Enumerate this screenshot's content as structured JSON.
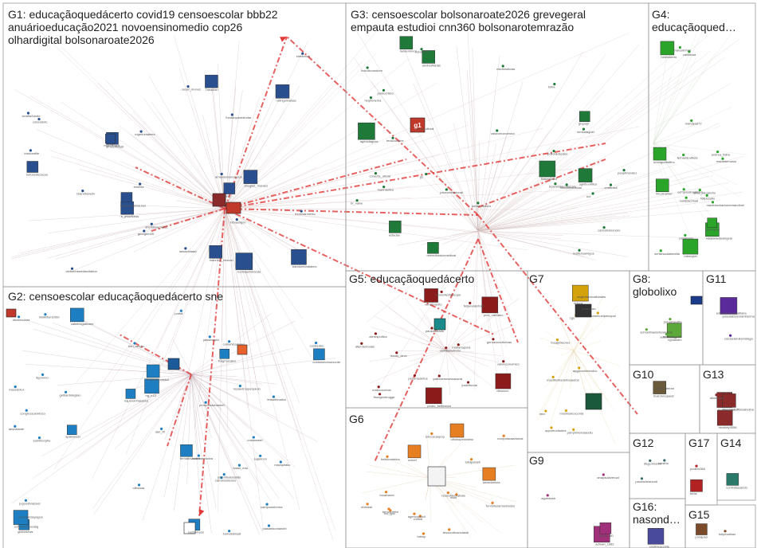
{
  "groups": [
    {
      "id": "G1",
      "title_lines": [
        "G1: educaçãoquedácerto covid19 censoescolar bbb22",
        "anuárioeducação2021 novoensinomedio cop26",
        "olhardigital bolsonaroate2026"
      ]
    },
    {
      "id": "G2",
      "title_lines": [
        "G2: censoescolar educaçãoquedácerto sne"
      ]
    },
    {
      "id": "G3",
      "title_lines": [
        "G3: censoescolar bolsonaroate2026 grevegeral",
        "empauta estudioi cnn360 bolsonarotemrazão"
      ]
    },
    {
      "id": "G4",
      "title_lines": [
        "G4:",
        "educaçãoqued…"
      ]
    },
    {
      "id": "G5",
      "title_lines": [
        "G5: educaçãoquedácerto"
      ]
    },
    {
      "id": "G6",
      "title_lines": [
        "G6"
      ]
    },
    {
      "id": "G7",
      "title_lines": [
        "G7"
      ]
    },
    {
      "id": "G8",
      "title_lines": [
        "G8:",
        "globolixo"
      ]
    },
    {
      "id": "G9",
      "title_lines": [
        "G9"
      ]
    },
    {
      "id": "G10",
      "title_lines": [
        "G10"
      ]
    },
    {
      "id": "G11",
      "title_lines": [
        "G11"
      ]
    },
    {
      "id": "G12",
      "title_lines": [
        "G12"
      ]
    },
    {
      "id": "G13",
      "title_lines": [
        "G13"
      ]
    },
    {
      "id": "G14",
      "title_lines": [
        "G14"
      ]
    },
    {
      "id": "G15",
      "title_lines": [
        "G15"
      ]
    },
    {
      "id": "G16",
      "title_lines": [
        "G16:",
        "nasond…"
      ]
    },
    {
      "id": "G17",
      "title_lines": [
        "G17"
      ]
    }
  ],
  "node_labels": {
    "g1": [
      "todoseducacao",
      "vivianemarisaurus",
      "tvbrasilgov",
      "rodrigomaiaaz",
      "briefcia",
      "lamaeldiaad",
      "rogerlomaieira",
      "ludmaarmiranda",
      "frezesarmento",
      "mauricio_vescon",
      "shelfdriveprotoc",
      "danc",
      "douglas_moraes",
      "sheddrich",
      "amandamundancer",
      "bandomundialmo",
      "a_jesseliana",
      "coloradotc",
      "arrudotbrasil",
      "georgem39",
      "lossvanfile",
      "7anachin",
      "scrafia2dodo",
      "vieliseinsweidecitation",
      "cesar_munoz",
      "fundaopacestudar",
      "marcelovnr",
      "1bandnewstv"
    ],
    "g2": [
      "globonews",
      "brasil_edu",
      "cochinboss",
      "gelbardolegiao",
      "cabelesgaticoes",
      "curatedeo",
      "jaisseaquiz",
      "jovemtoabsolido",
      "comunicadores",
      "monadeccessol",
      "sajannon",
      "camposinforma",
      "macedotol",
      "carrasosdeseu",
      "olitrusas",
      "portal",
      "aescalante",
      "fotu_sergio",
      "apalorecel",
      "costarasiel",
      "macspitalio",
      "felsarhinatico",
      "naperoinhasanta",
      "lmillinfom1000",
      "ihagmacaluz",
      "bomdiabrasil",
      "plasantsonlandel",
      "fernadovecem",
      "dan_tif",
      "kalinhoresolva",
      "lepaedrooperpaulo",
      "dirchesolara",
      "costtobelohorizonte",
      "congressoemfoco",
      "prinscinrachannel",
      "jogoodbraizeer",
      "ng_n13",
      "ligommo",
      "saintmorphe",
      "schlehmausedag",
      "macadetaspagos"
    ],
    "g3": [
      "g1",
      "valoroeconomico",
      "institutoamigos",
      "helpfonema",
      "mkdsnoticias",
      "crosa_oficial",
      "grupopt",
      "roboleduc",
      "bcnmostarcialecolo",
      "conecta_oficial",
      "teracconline",
      "tidiodominacao",
      "hokoilcoosdom",
      "ogloboolitica",
      "jornal_cultura",
      "andreolfarias",
      "cnnbrasil",
      "carlosbolsonaro",
      "joiceprofissional",
      "policialdaciare",
      "fixbrazilzen",
      "folha",
      "estadao",
      "uol",
      "marinasilva",
      "br_valve",
      "helderminor",
      "peaptmandez",
      "agenciaguaz",
      "pontocritico",
      "remediosdocmedical",
      "kimkataguiri"
    ],
    "g4": [
      "marcelinhas",
      "mandyad72",
      "felipesalto",
      "coslabado",
      "unonguelisfilho",
      "randsacrmail",
      "sertanaodafamilia",
      "andrea_falho",
      "silva_alexandro",
      "cemposabastinha",
      "macfrancbarbonemandinei",
      "raldamadasangela",
      "menoyiet",
      "fernandovillela",
      "lincolnamer",
      "heleniberto",
      "tabiregliar",
      "carliaboa",
      "mariedemusio"
    ],
    "g5": [
      "desouco",
      "pedro_kelbranco",
      "fhoogenbrugge",
      "verissmento",
      "jossnfonda",
      "yalkesenmarioacaria",
      "valoreconomico",
      "pauloestrado",
      "alterdemorais",
      "pereirasantos",
      "proc_cleciano",
      "tsisas_dirvs",
      "marianaposa",
      "aleruspoltico",
      "felipevaterbom",
      "mainvouchas",
      "vendasbotreiro",
      "turonefiesfabeque",
      "gernaciondivrivas"
    ],
    "g6": [
      "educacaopop",
      "tubiop",
      "unicef",
      "tubajasasb",
      "bellacombina",
      "tesourofinanciasdi",
      "senadomcia",
      "tempjcnetvi",
      "agencypcivil",
      "nocipolacaadumal",
      "moci",
      "moodl",
      "resizefavorabala",
      "tucamarra",
      "fundolesamsetrados",
      "fcu_gov",
      "nbbrasil",
      "olhosopenwilmo"
    ],
    "g7": [
      "educa",
      "cgu",
      "singbrtecnicalidades",
      "tocajefavores",
      "apgprovideirodoc",
      "opportunitudes",
      "parrpinheirolaudio",
      "onmnoelprincipal",
      "mec",
      "macilfenhadorbeaudos",
      "jovempao",
      "moshiselcuconta"
    ],
    "g8": [
      "marcelo_anfr",
      "schrantbasrefesandras",
      "jornalsaudita",
      "ngnallobo",
      "adamhouser"
    ],
    "g9": [
      "admarl_1982",
      "ghota_ot0",
      "aguedastr",
      "anapaulaveroal"
    ],
    "g10": [
      "ricardorequeat",
      "pallimateran"
    ],
    "g11": [
      "edbalexcarolinaitiana",
      "yasedafavionamberma",
      "caroaelaruliamidaga"
    ],
    "g12": [
      "diegormartin",
      "paudadmarsodi",
      "corstho"
    ],
    "g13": [
      "humbertoxdof",
      "trancanourfinisabelina",
      "alinebrazil",
      "mcobey4056"
    ],
    "g14": [
      "contrattacando"
    ],
    "g15": [
      "tulipecahiao",
      "poraipao"
    ],
    "g16": [
      "cristineacciole"
    ],
    "g17": [
      "poderd360",
      "brlas"
    ]
  }
}
